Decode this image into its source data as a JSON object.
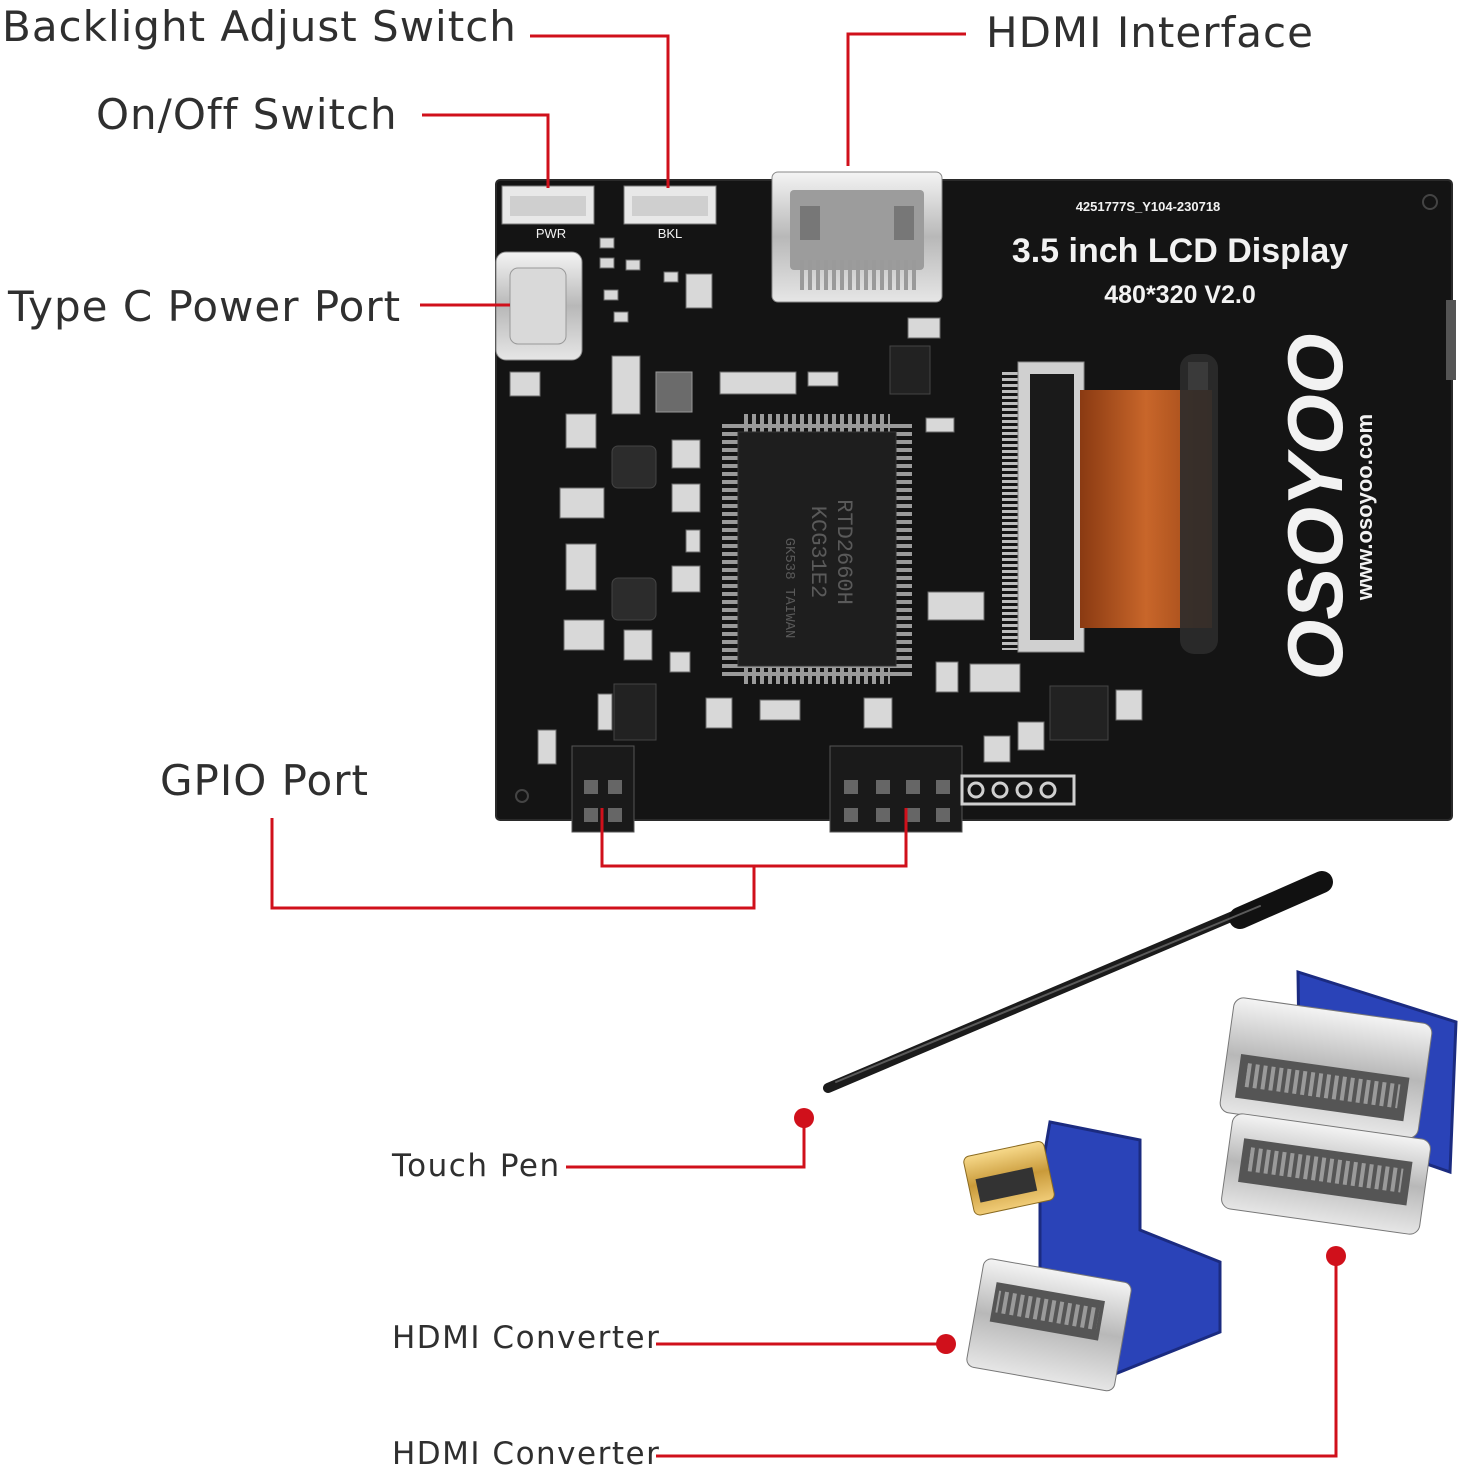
{
  "callouts": {
    "backlight_switch": "Backlight Adjust Switch",
    "on_off_switch": "On/Off Switch",
    "type_c_port": "Type C Power Port",
    "hdmi_interface": "HDMI Interface",
    "gpio_port": "GPIO Port",
    "touch_pen": "Touch Pen",
    "hdmi_converter_1": "HDMI Converter",
    "hdmi_converter_2": "HDMI Converter"
  },
  "board": {
    "serial": "4251777S_Y104-230718",
    "product": "3.5 inch LCD Display",
    "spec": "480*320 V2.0",
    "brand": "OSOYOO",
    "url": "www.osoyoo.com",
    "pwr_label": "PWR",
    "bkl_label": "BKL",
    "chip_line1": "RTD2660H",
    "chip_line2": "KCG31E2",
    "chip_line3": "GK538 TAIWAN"
  },
  "colors": {
    "callout_line": "#d0101b",
    "pcb": "#141414",
    "text": "#2f2f2f",
    "flex_cable": "#b5541f",
    "adapter_pcb": "#2a43b8"
  }
}
